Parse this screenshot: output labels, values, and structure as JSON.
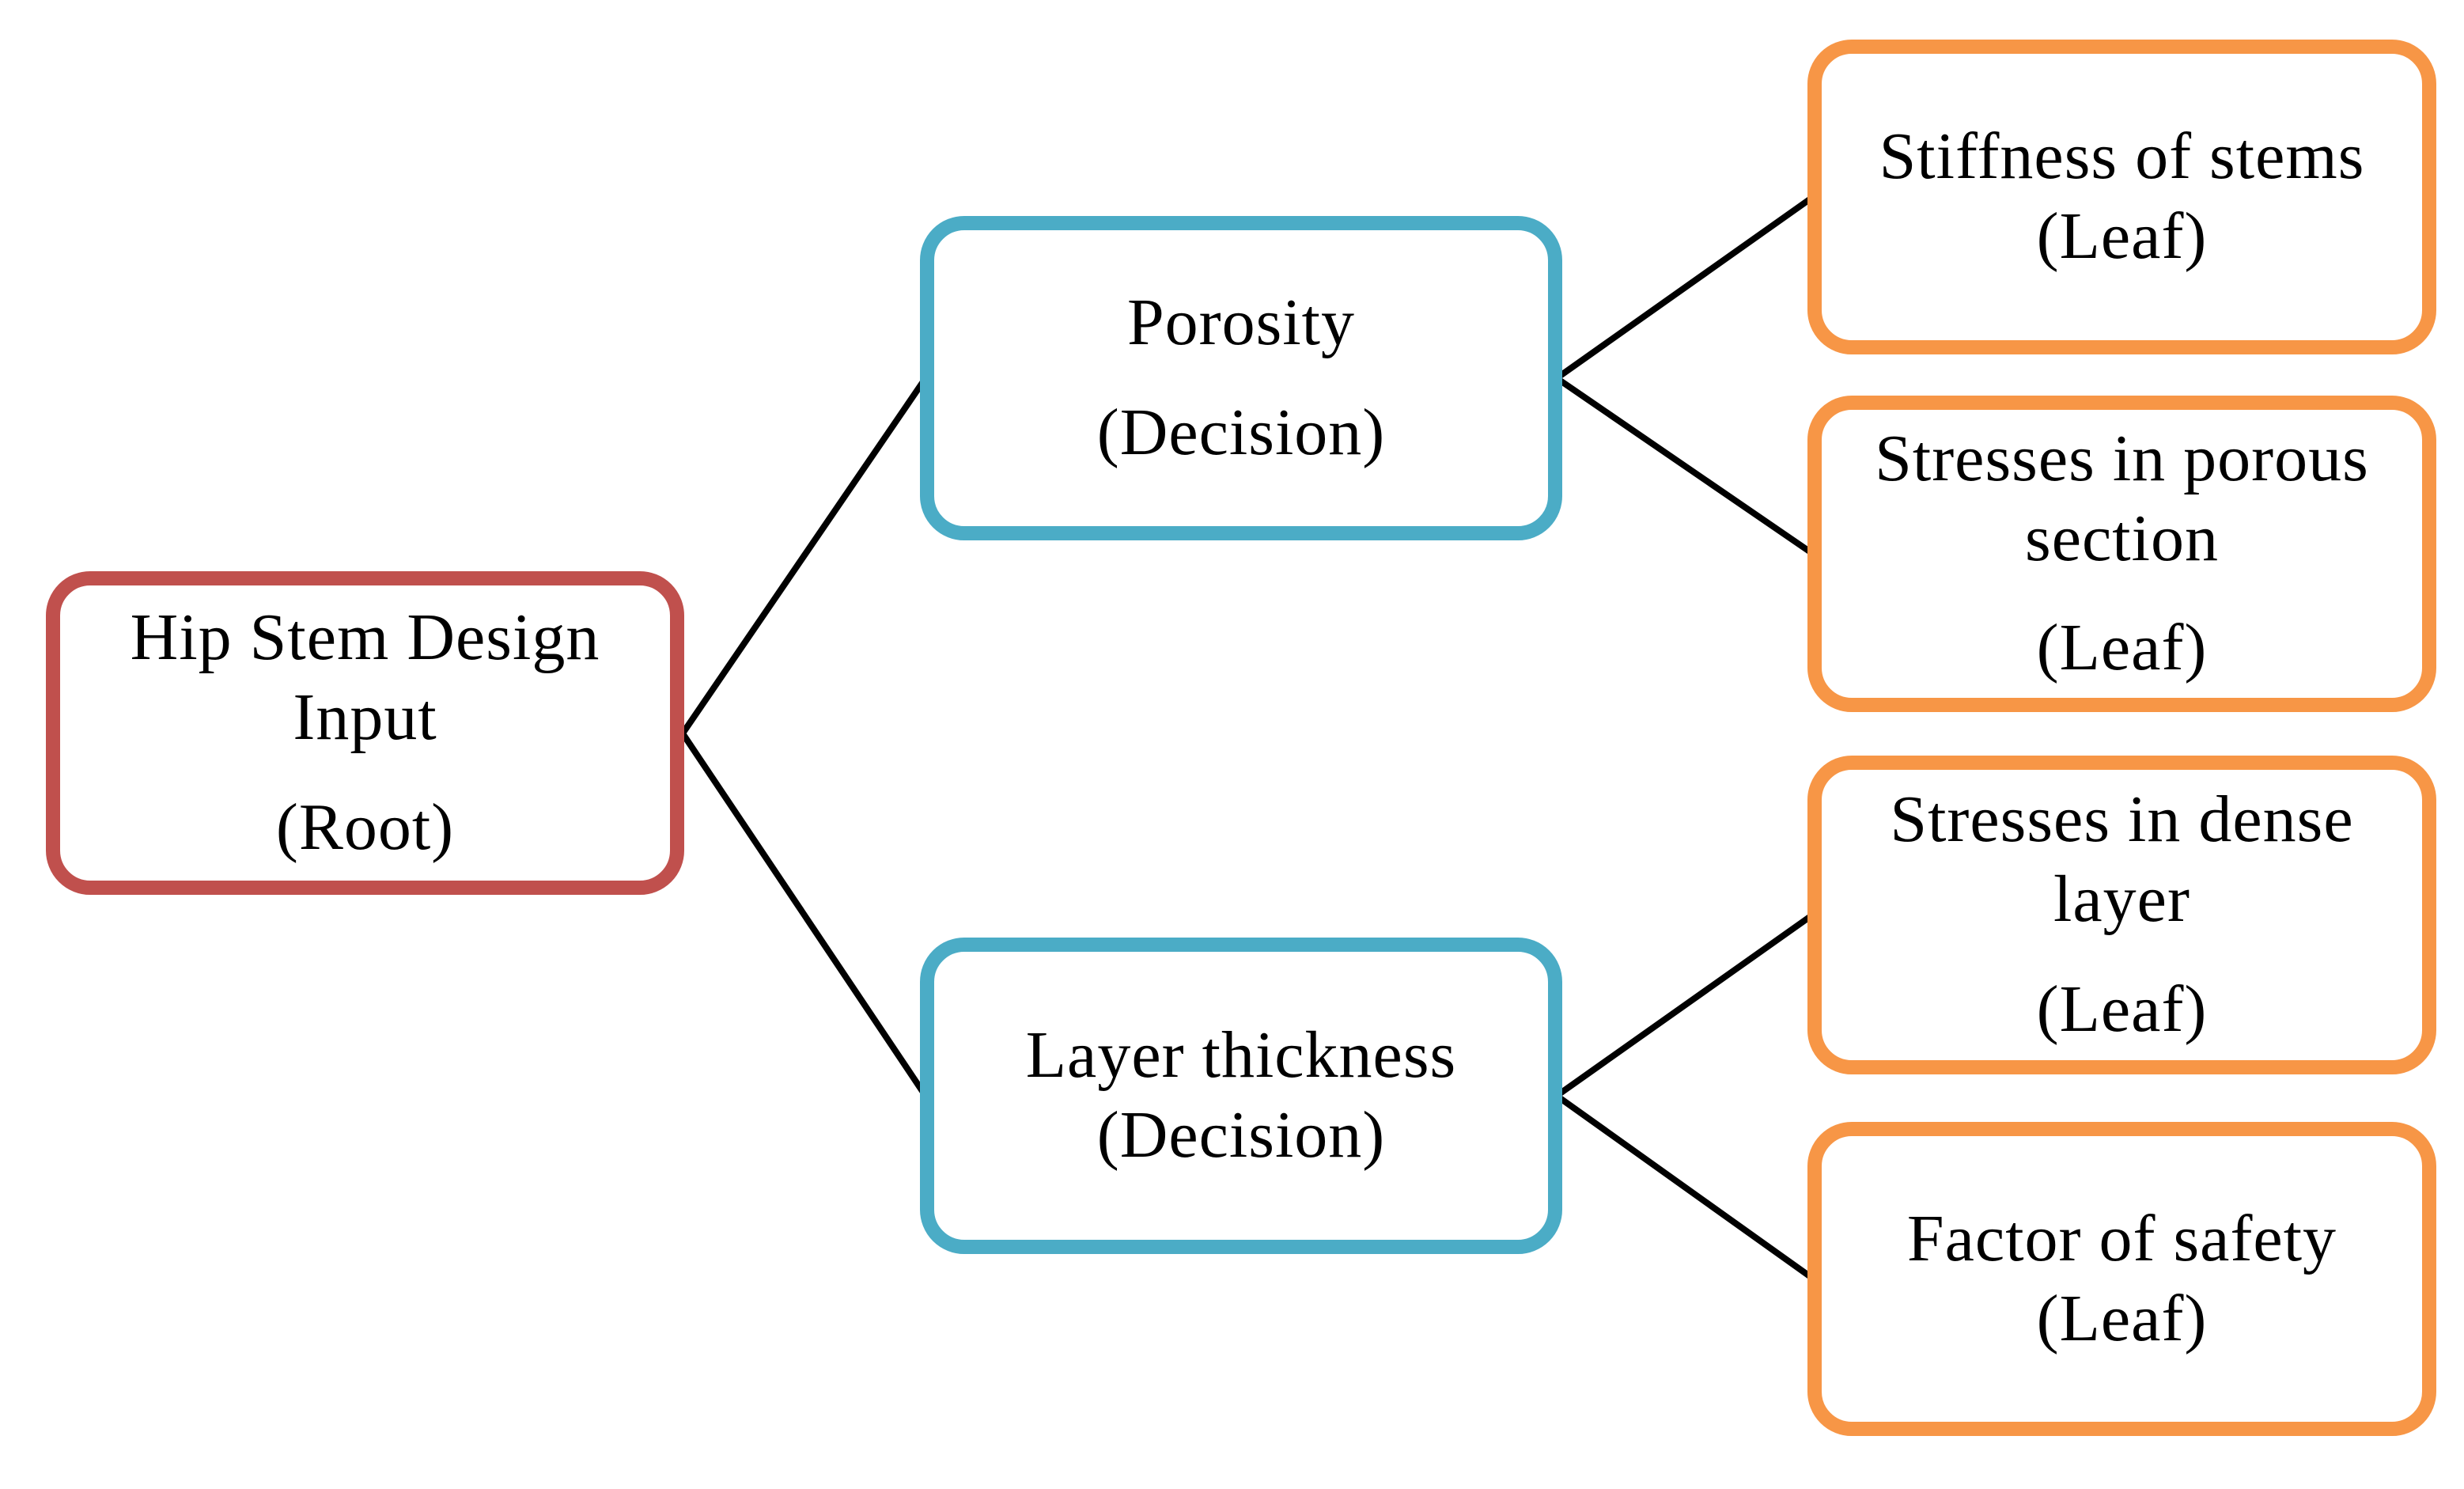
{
  "figure": {
    "background": "#ffffff",
    "connector_color": "#000000"
  },
  "palette": {
    "root_border": "#c0504d",
    "decision_border": "#4bacc6",
    "leaf_border": "#f79646"
  },
  "nodes": {
    "root": {
      "title_line1": "Hip Stem Design",
      "title_line2": "Input",
      "type_label": "(Root)"
    },
    "porosity": {
      "title_line1": "Porosity",
      "title_line2": "",
      "type_label": "(Decision)"
    },
    "layer_thickness": {
      "title_line1": "Layer thickness",
      "title_line2": "",
      "type_label": "(Decision)"
    },
    "stiffness_of_stems": {
      "title_line1": "Stiffness of stems",
      "title_line2": "",
      "type_label": "(Leaf)"
    },
    "stresses_in_porous_section": {
      "title_line1": "Stresses in porous",
      "title_line2": "section",
      "type_label": "(Leaf)"
    },
    "stresses_in_dense_layer": {
      "title_line1": "Stresses in dense",
      "title_line2": "layer",
      "type_label": "(Leaf)"
    },
    "factor_of_safety": {
      "title_line1": "Factor of safety",
      "title_line2": "",
      "type_label": "(Leaf)"
    }
  },
  "edges": [
    {
      "from": "root",
      "to": "porosity"
    },
    {
      "from": "root",
      "to": "layer_thickness"
    },
    {
      "from": "porosity",
      "to": "stiffness_of_stems"
    },
    {
      "from": "porosity",
      "to": "stresses_in_porous_section"
    },
    {
      "from": "layer_thickness",
      "to": "stresses_in_dense_layer"
    },
    {
      "from": "layer_thickness",
      "to": "factor_of_safety"
    }
  ]
}
